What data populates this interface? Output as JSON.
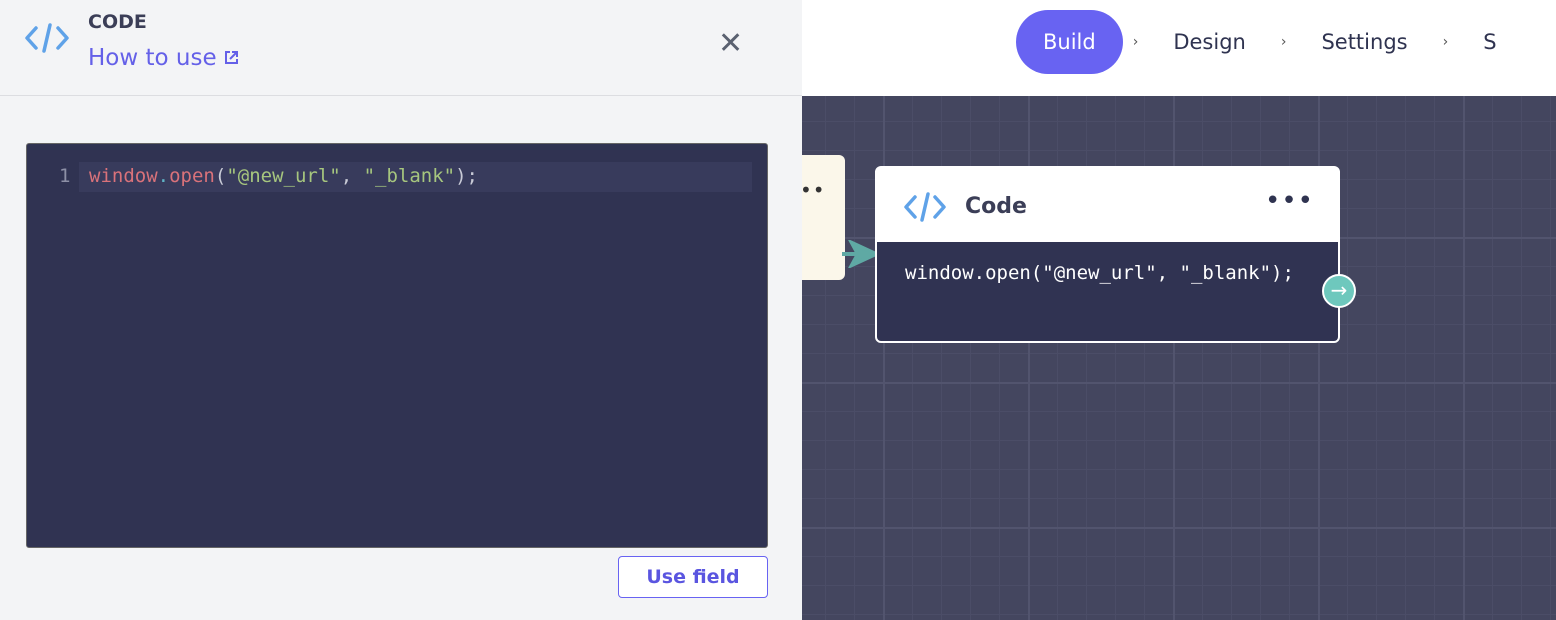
{
  "nav": {
    "steps": [
      {
        "label": "Build",
        "active": true
      },
      {
        "label": "Design"
      },
      {
        "label": "Settings"
      },
      {
        "label": "S"
      }
    ],
    "separator": "›"
  },
  "panel": {
    "title": "CODE",
    "how_to_use": "How to use",
    "close": "✕",
    "editor": {
      "line_number": "1",
      "code": {
        "obj": "window",
        "dot": ".",
        "fn": "open",
        "p1": "(",
        "s1": "\"@new_url\"",
        "comma": ", ",
        "s2": "\"_blank\"",
        "end": ");"
      }
    },
    "use_field": "Use field"
  },
  "node": {
    "title": "Code",
    "more": "•••",
    "preview": "window.open(\"@new_url\", \"_blank\");",
    "output_icon": "→"
  },
  "prev_node": {
    "more": "••"
  },
  "colors": {
    "accent": "#6863f2",
    "canvas": "#44465f",
    "editor": "#303352",
    "connector": "#6ec8bd"
  }
}
